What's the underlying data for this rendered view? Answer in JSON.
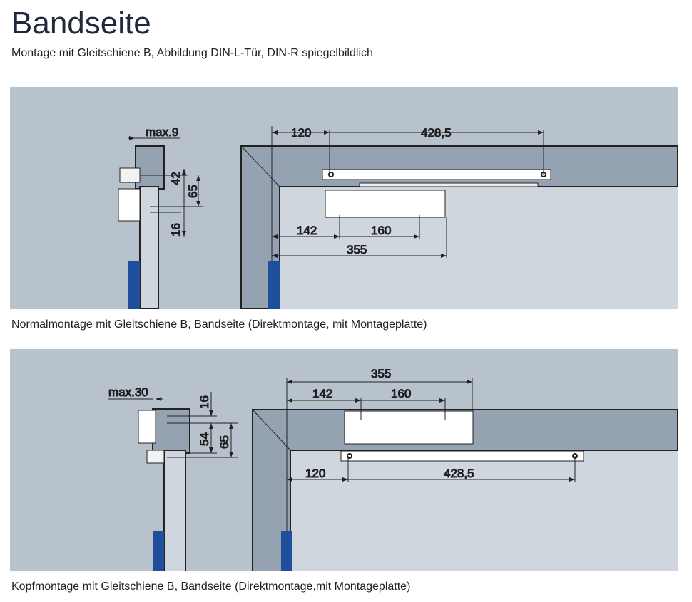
{
  "title": "Bandseite",
  "subtitle": "Montage mit Gleitschiene B, Abbildung DIN-L-Tür, DIN-R spiegelbildlich",
  "diagram1": {
    "caption": "Normalmontage mit Gleitschiene B, Bandseite (Direktmontage, mit Montageplatte)",
    "dims": {
      "max": "max.9",
      "d42": "42",
      "d65": "65",
      "d16": "16",
      "d120": "120",
      "d428": "428,5",
      "d142": "142",
      "d160": "160",
      "d355": "355"
    }
  },
  "diagram2": {
    "caption": "Kopfmontage mit Gleitschiene B, Bandseite (Direktmontage,mit Montageplatte)",
    "dims": {
      "max": "max.30",
      "d16": "16",
      "d54": "54",
      "d65": "65",
      "d355": "355",
      "d142": "142",
      "d160": "160",
      "d120": "120",
      "d428": "428,5"
    }
  },
  "colors": {
    "panel": "#b8c2cd",
    "frame": "#95a2b1",
    "door": "#cfd6de",
    "hinge": "#1f4f9a"
  }
}
